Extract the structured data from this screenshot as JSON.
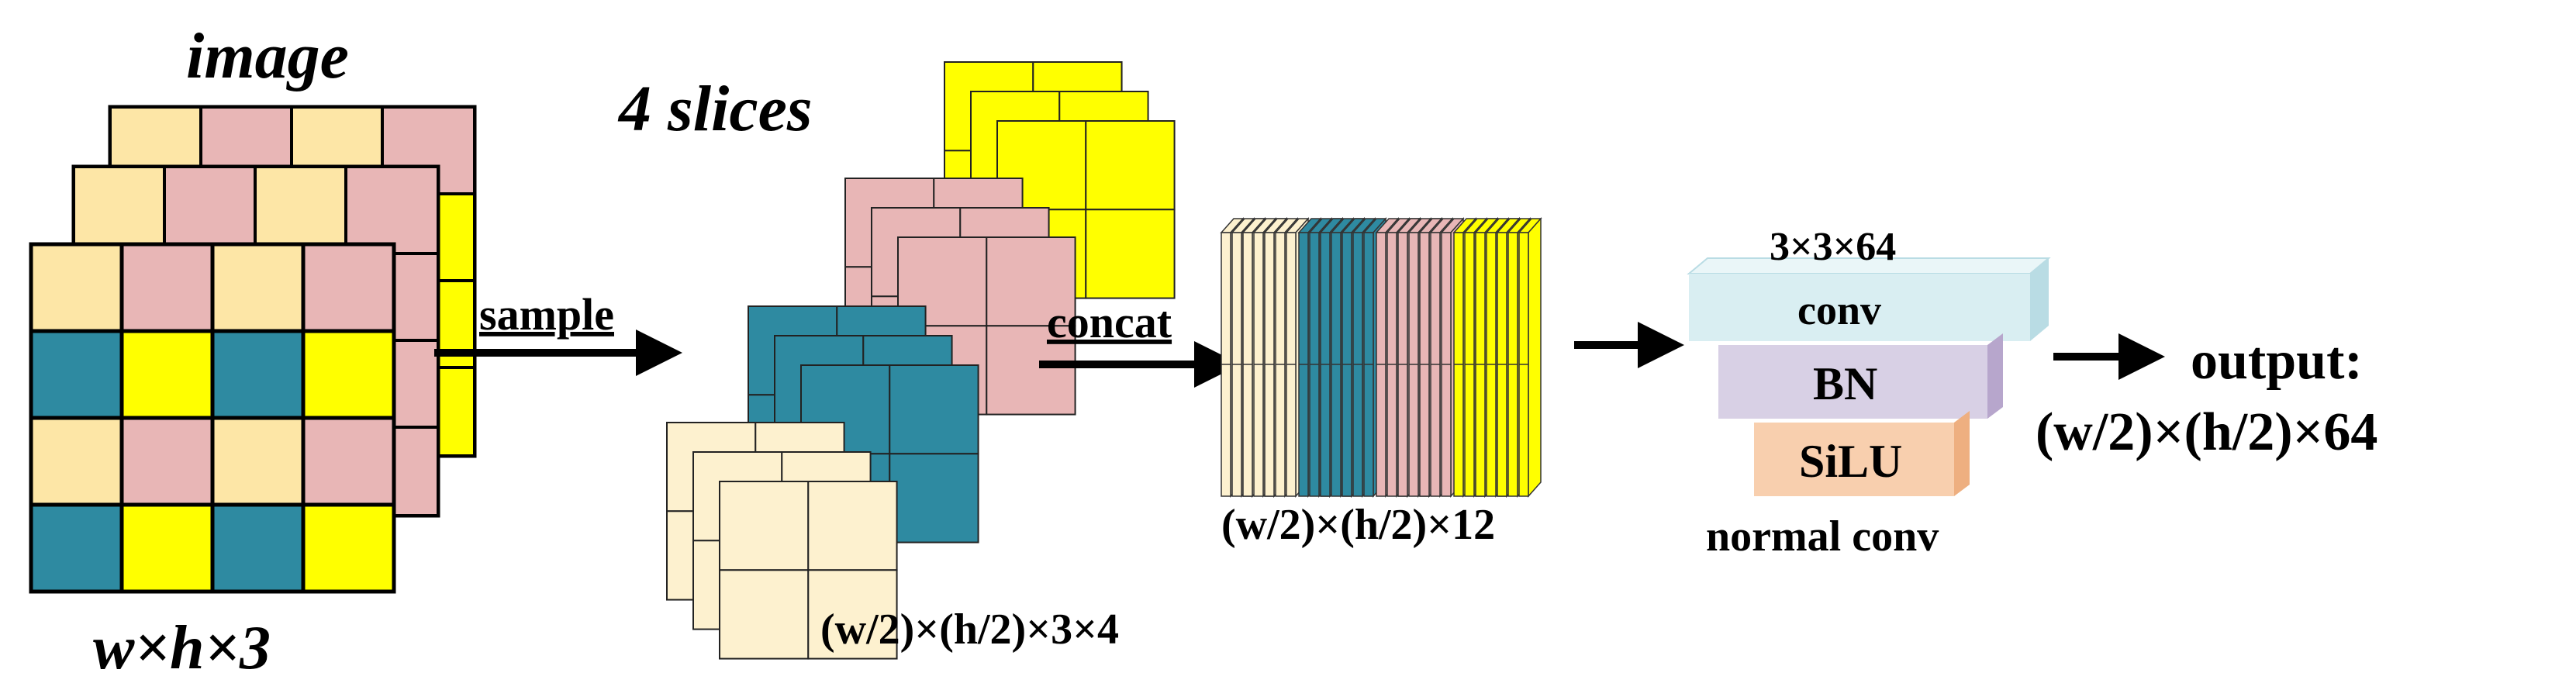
{
  "labels": {
    "image": "image",
    "input_dims": "w×h×3",
    "sample": "sample",
    "slices": "4 slices",
    "slice_dims": "(w/2)×(h/2)×3×4",
    "concat": "concat",
    "concat_dims": "(w/2)×(h/2)×12",
    "conv_dims": "3×3×64",
    "conv": "conv",
    "bn": "BN",
    "silu": "SiLU",
    "normal_conv": "normal conv",
    "output_title": "output:",
    "output_dims": "(w/2)×(h/2)×64"
  },
  "colors": {
    "cream": "#fde6a6",
    "pink": "#e8b6b6",
    "teal": "#2e8aa1",
    "yellow": "#ffff00",
    "light_cream": "#fdf1cf",
    "conv_front": "#d9eef2",
    "conv_top": "#eaf6f8",
    "conv_side": "#b9dce4",
    "bn_front": "#d8d0e5",
    "bn_side": "#b7a6cc",
    "silu_front": "#f8cfae",
    "silu_side": "#eeaf80"
  }
}
